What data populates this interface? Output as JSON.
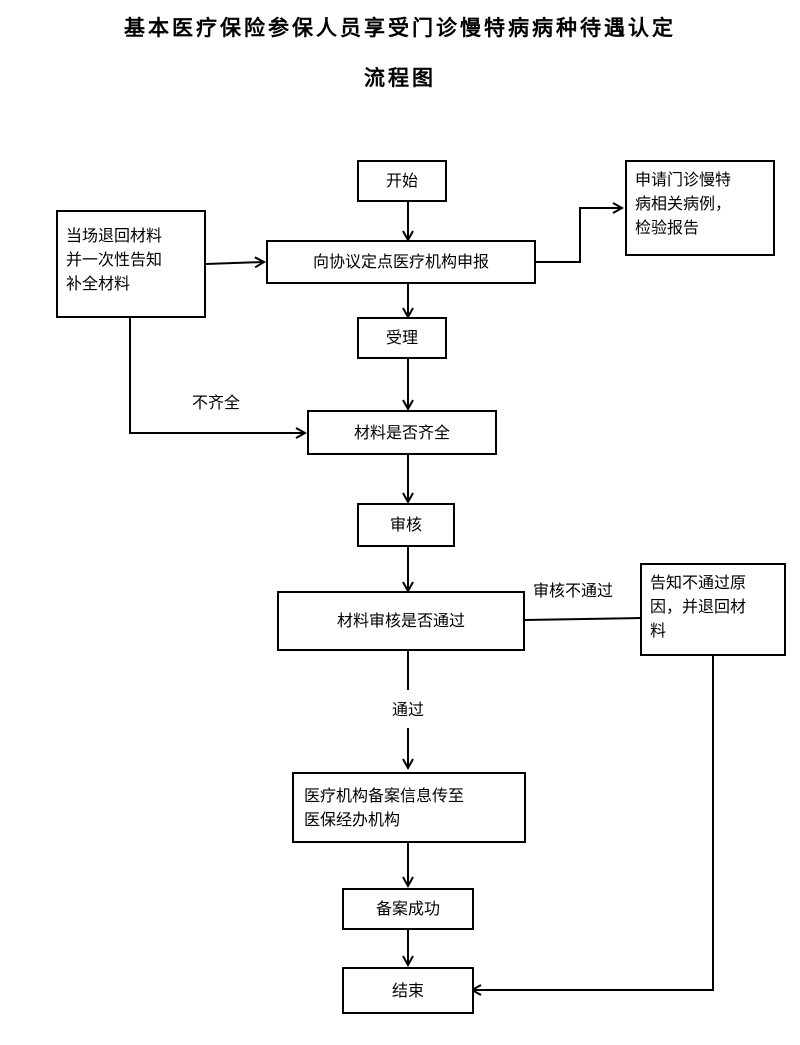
{
  "title": {
    "line1": "基本医疗保险参保人员享受门诊慢特病病种待遇认定",
    "line2": "流程图"
  },
  "nodes": {
    "start": "开始",
    "apply": "向协议定点医疗机构申报",
    "materials_needed": "申请门诊慢特\n病相关病例，\n检验报告",
    "return_materials": "当场退回材料\n并一次性告知\n补全材料",
    "accept": "受理",
    "check_complete": "材料是否齐全",
    "review": "审核",
    "review_pass": "材料审核是否通过",
    "reject_notice": "告知不通过原\n因，并退回材\n料",
    "record_upload": "医疗机构备案信息传至\n医保经办机构",
    "record_success": "备案成功",
    "end": "结束"
  },
  "edge_labels": {
    "incomplete": "不齐全",
    "review_fail": "审核不通过",
    "pass": "通过"
  },
  "colors": {
    "line": "#000000",
    "box_border": "#000000",
    "background": "#ffffff"
  }
}
